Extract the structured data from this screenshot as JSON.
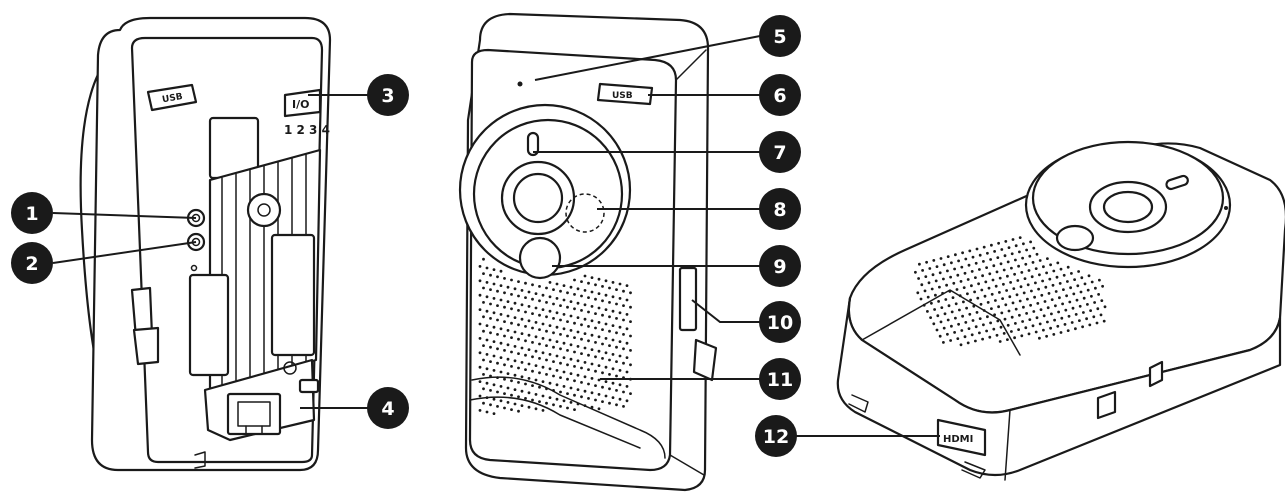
{
  "callouts": [
    {
      "id": "1",
      "label": "1"
    },
    {
      "id": "2",
      "label": "2"
    },
    {
      "id": "3",
      "label": "3"
    },
    {
      "id": "4",
      "label": "4"
    },
    {
      "id": "5",
      "label": "5"
    },
    {
      "id": "6",
      "label": "6"
    },
    {
      "id": "7",
      "label": "7"
    },
    {
      "id": "8",
      "label": "8"
    },
    {
      "id": "9",
      "label": "9"
    },
    {
      "id": "10",
      "label": "10"
    },
    {
      "id": "11",
      "label": "11"
    },
    {
      "id": "12",
      "label": "12"
    }
  ],
  "ports": {
    "usb_back": "USB",
    "usb_front": "USB",
    "io": "I/O",
    "io_pins": "1 2 3 4",
    "hdmi": "HDMI"
  }
}
